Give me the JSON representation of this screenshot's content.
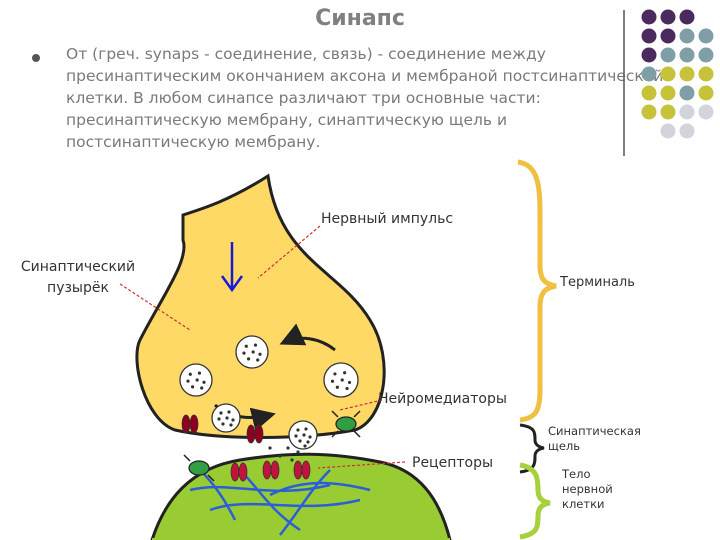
{
  "slide": {
    "title": "Синапс",
    "bullet": "От (греч. synaps - соединение, связь) - соединение между пресинаптическим окончанием аксона и мембраной постсинаптической клетки. В любом синапсе различают три основные части: пресинаптическую мембрану, синаптическую щель и постсинаптическую мембрану."
  },
  "diagram": {
    "labels": {
      "impulse": "Нервный импульс",
      "vesicle": "Синаптический пузырёк",
      "terminal": "Терминаль",
      "mediators": "Нейромедиаторы",
      "cleft": "Синаптическая щель",
      "receptors": "Рецепторы",
      "cell_body": "Тело нервной клетки"
    },
    "colors": {
      "terminal_fill": "#ffd966",
      "cell_fill": "#99cc33",
      "receptor": "#c0143c",
      "dark_receptor": "#8b0020",
      "green_channel": "#2f9e44",
      "arrow_blue": "#1a1ad6",
      "brace_yellow": "#f0c040",
      "brace_green": "#a6d13a",
      "dot_purple": "#4b2a5e",
      "dot_teal": "#7f9ea6",
      "dot_olive": "#c6c23a",
      "dot_grey": "#d3d3dc"
    }
  }
}
